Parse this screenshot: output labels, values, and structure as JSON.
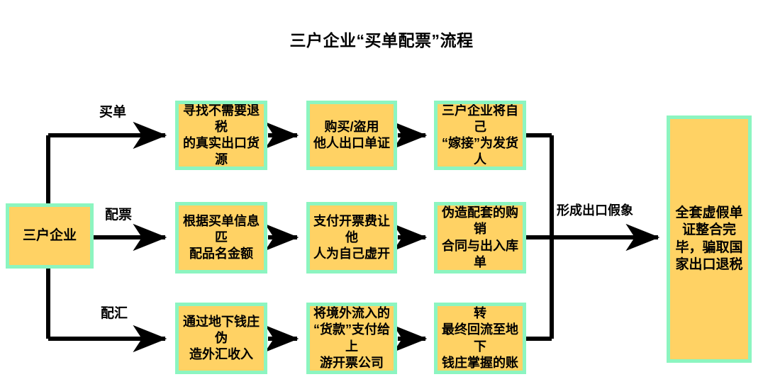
{
  "diagram": {
    "title": "三户企业“买单配票”流程",
    "colors": {
      "node_fill": "#ffd264",
      "node_border": "#8cf5c0",
      "line": "#000000",
      "text": "#000000",
      "background": "#ffffff"
    },
    "source_node": {
      "label": "三户企业"
    },
    "lanes": [
      {
        "label": "买单",
        "steps": [
          {
            "label": "寻找不需要退税\n的真实出口货源"
          },
          {
            "label": "购买/盗用\n他人出口单证"
          },
          {
            "label": "三户企业将自己\n“嫁接”为发货人"
          }
        ]
      },
      {
        "label": "配票",
        "steps": [
          {
            "label": "根据买单信息匹\n配品名金额"
          },
          {
            "label": "支付开票费让他\n人为自己虚开"
          },
          {
            "label": "伪造配套的购销\n合同与出入库单"
          }
        ]
      },
      {
        "label": "配汇",
        "steps": [
          {
            "label": "通过地下钱庄伪\n造外汇收入"
          },
          {
            "label": "将境外流入的\n“货款”支付给上\n游开票公司"
          },
          {
            "label": "资金经多层流转\n最终回流至地下\n钱庄掌握的账户"
          }
        ]
      }
    ],
    "merge_label": "形成出口假象",
    "final_node": {
      "label": "全套虚假单\n证整合完\n毕，骗取国\n家出口退税"
    }
  }
}
